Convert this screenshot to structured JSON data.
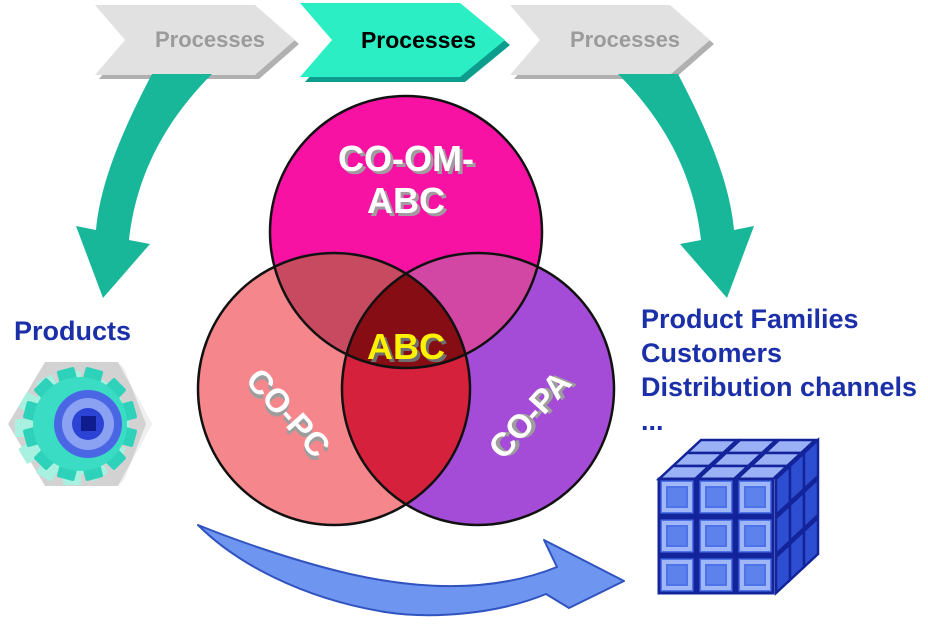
{
  "process_bar": {
    "items": [
      {
        "label": "Processes",
        "state": "inactive"
      },
      {
        "label": "Processes",
        "state": "active"
      },
      {
        "label": "Processes",
        "state": "inactive"
      }
    ],
    "active_color": "#2beec5",
    "active_shadow": "#0d9d8d",
    "inactive_color": "#e1e1e1",
    "inactive_shadow": "#b0b0b0"
  },
  "venn": {
    "top_circle": {
      "label": "CO-OM-\nABC",
      "color": "#f712a4"
    },
    "left_circle": {
      "label": "CO-PC",
      "color": "#f5868b"
    },
    "right_circle": {
      "label": "CO-PA",
      "color": "#a44cd8"
    },
    "center": {
      "label": "ABC",
      "color": "#850d13",
      "label_color": "#fff200"
    },
    "overlap_top_left_color": "#c84a60",
    "overlap_top_right_color": "#d347a4",
    "overlap_bottom_color": "#d5213c",
    "outline_color": "#111111"
  },
  "left_panel": {
    "title": "Products",
    "icon": "gear-icon"
  },
  "right_panel": {
    "lines": [
      "Product Families",
      "Customers",
      "Distribution channels",
      "..."
    ],
    "icon": "cube-icon"
  },
  "arrows": {
    "left_color": "#18b79a",
    "right_color": "#18b79a",
    "bottom_color": "#6e96f0",
    "bottom_edge_color": "#3053c0"
  },
  "text_color": "#1b2fa8"
}
